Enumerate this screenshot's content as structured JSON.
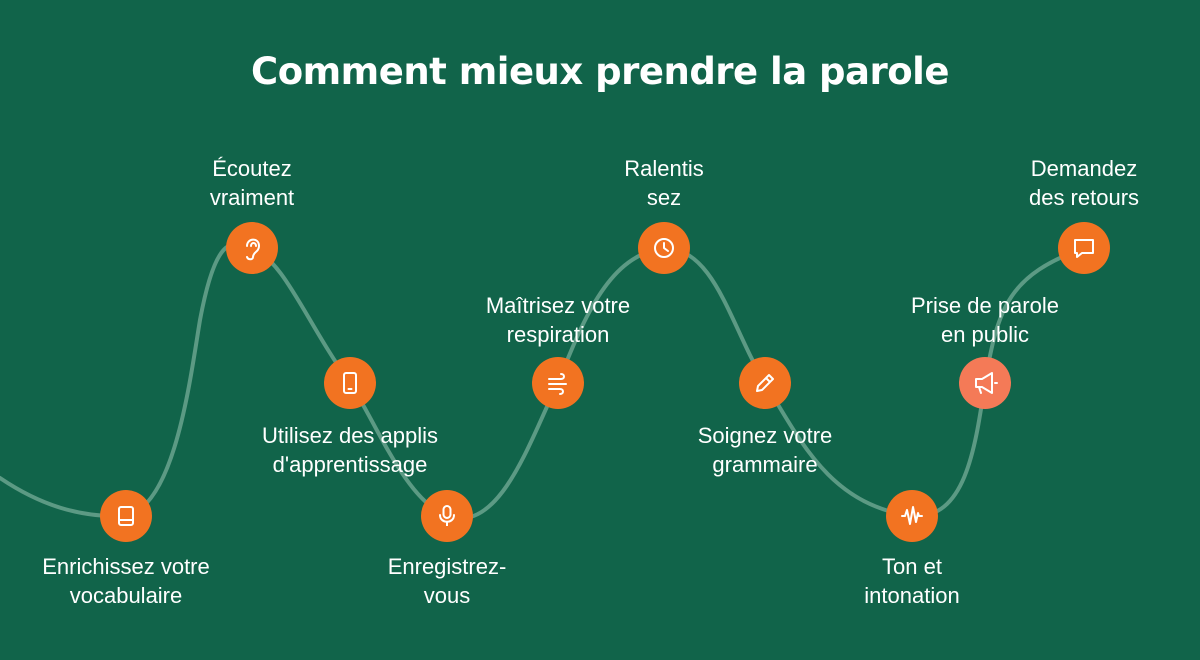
{
  "title": "Comment mieux prendre la parole",
  "colors": {
    "background": "#11644a",
    "curve": "#5c9a84",
    "marker": "#f27321",
    "marker_highlight": "#f47a57",
    "icon": "#ffffff",
    "text": "#ffffff"
  },
  "steps": [
    {
      "label": [
        "Enrichissez votre",
        "vocabulaire"
      ],
      "icon": "book-icon"
    },
    {
      "label": [
        "Écoutez",
        "vraiment"
      ],
      "icon": "ear-icon"
    },
    {
      "label": [
        "Utilisez des applis",
        "d'apprentissage"
      ],
      "icon": "phone-icon"
    },
    {
      "label": [
        "Enregistrez-",
        "vous"
      ],
      "icon": "microphone-icon"
    },
    {
      "label": [
        "Maîtrisez votre",
        "respiration"
      ],
      "icon": "wind-icon"
    },
    {
      "label": [
        "Ralentis",
        "sez"
      ],
      "icon": "clock-icon"
    },
    {
      "label": [
        "Soignez votre",
        "grammaire"
      ],
      "icon": "pencil-icon"
    },
    {
      "label": [
        "Ton et",
        "intonation"
      ],
      "icon": "sound-wave-icon"
    },
    {
      "label": [
        "Prise de parole",
        "en public"
      ],
      "icon": "megaphone-icon"
    },
    {
      "label": [
        "Demandez",
        "des retours"
      ],
      "icon": "chat-bubble-icon"
    }
  ]
}
